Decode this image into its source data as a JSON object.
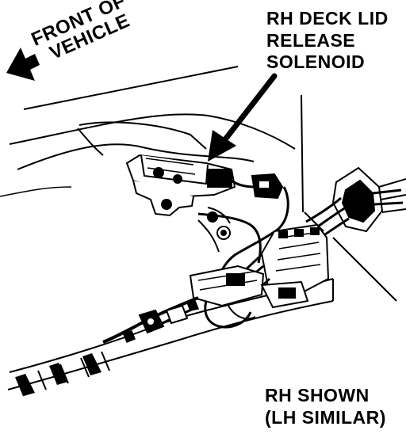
{
  "labels": {
    "front_line1": "FRONT OF",
    "front_line2": "VEHICLE",
    "callout_line1": "RH DECK LID",
    "callout_line2": "RELEASE",
    "callout_line3": "SOLENOID",
    "note_line1": "RH SHOWN",
    "note_line2": "(LH SIMILAR)"
  },
  "colors": {
    "ink": "#000000",
    "paper": "#ffffff"
  },
  "icons": {
    "front_arrow": "arrow-upper-left-icon",
    "callout_arrow": "arrow-down-left-icon"
  }
}
